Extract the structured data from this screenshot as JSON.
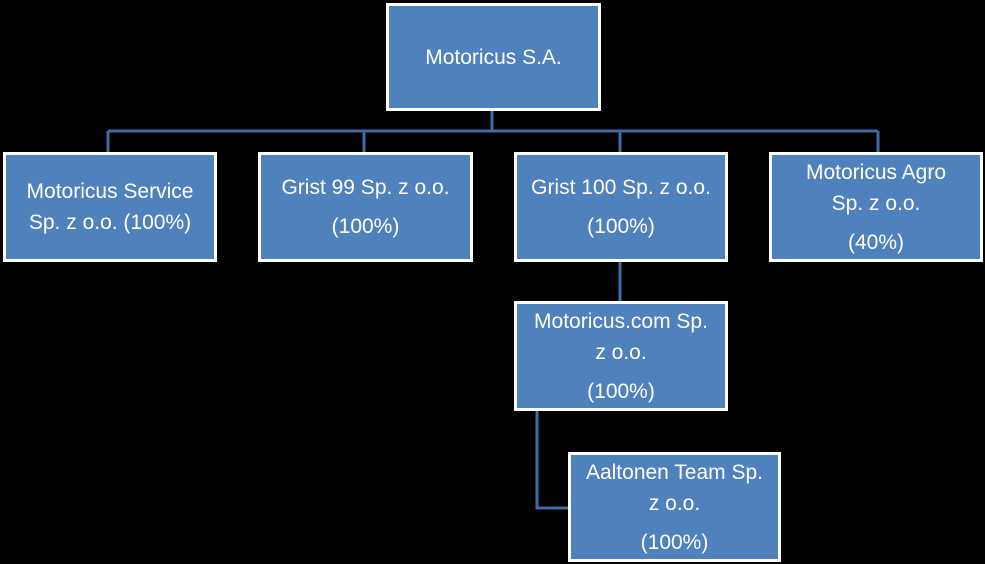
{
  "colors": {
    "background": "#000000",
    "node_fill": "#4f81bd",
    "node_border": "#ffffff",
    "connector": "#3e6ea8",
    "text": "#ffffff"
  },
  "nodes": {
    "root": {
      "lines": [
        "Motoricus S.A."
      ]
    },
    "service": {
      "lines": [
        "Motoricus Service",
        "Sp. z o.o. (100%)"
      ]
    },
    "grist99": {
      "lines": [
        "Grist 99 Sp. z o.o.",
        "(100%)"
      ]
    },
    "grist100": {
      "lines": [
        "Grist 100 Sp. z o.o.",
        "(100%)"
      ]
    },
    "agro": {
      "lines": [
        "Motoricus Agro",
        "Sp. z o.o.",
        "(40%)"
      ]
    },
    "motoricus_com": {
      "lines": [
        "Motoricus.com Sp.",
        "z o.o.",
        "(100%)"
      ]
    },
    "aaltonen": {
      "lines": [
        "Aaltonen Team Sp.",
        "z o.o.",
        "(100%)"
      ]
    }
  }
}
